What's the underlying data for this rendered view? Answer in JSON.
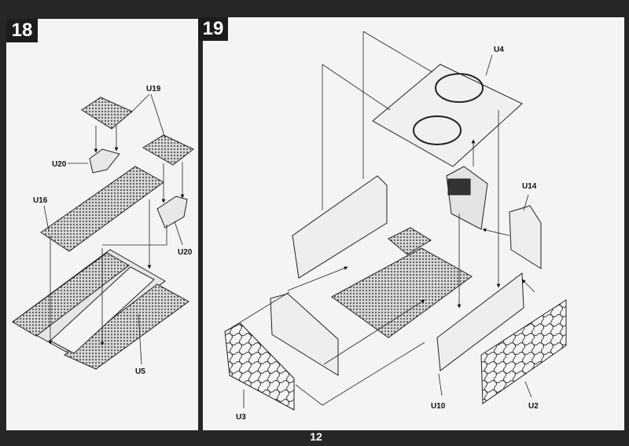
{
  "steps": {
    "step18": "18",
    "step19": "19"
  },
  "page_number": "12",
  "labels18": {
    "u19": "U19",
    "u20a": "U20",
    "u16": "U16",
    "u20b": "U20",
    "u5": "U5"
  },
  "labels19": {
    "u4": "U4",
    "u14": "U14",
    "u10": "U10",
    "u2": "U2",
    "u3": "U3"
  }
}
